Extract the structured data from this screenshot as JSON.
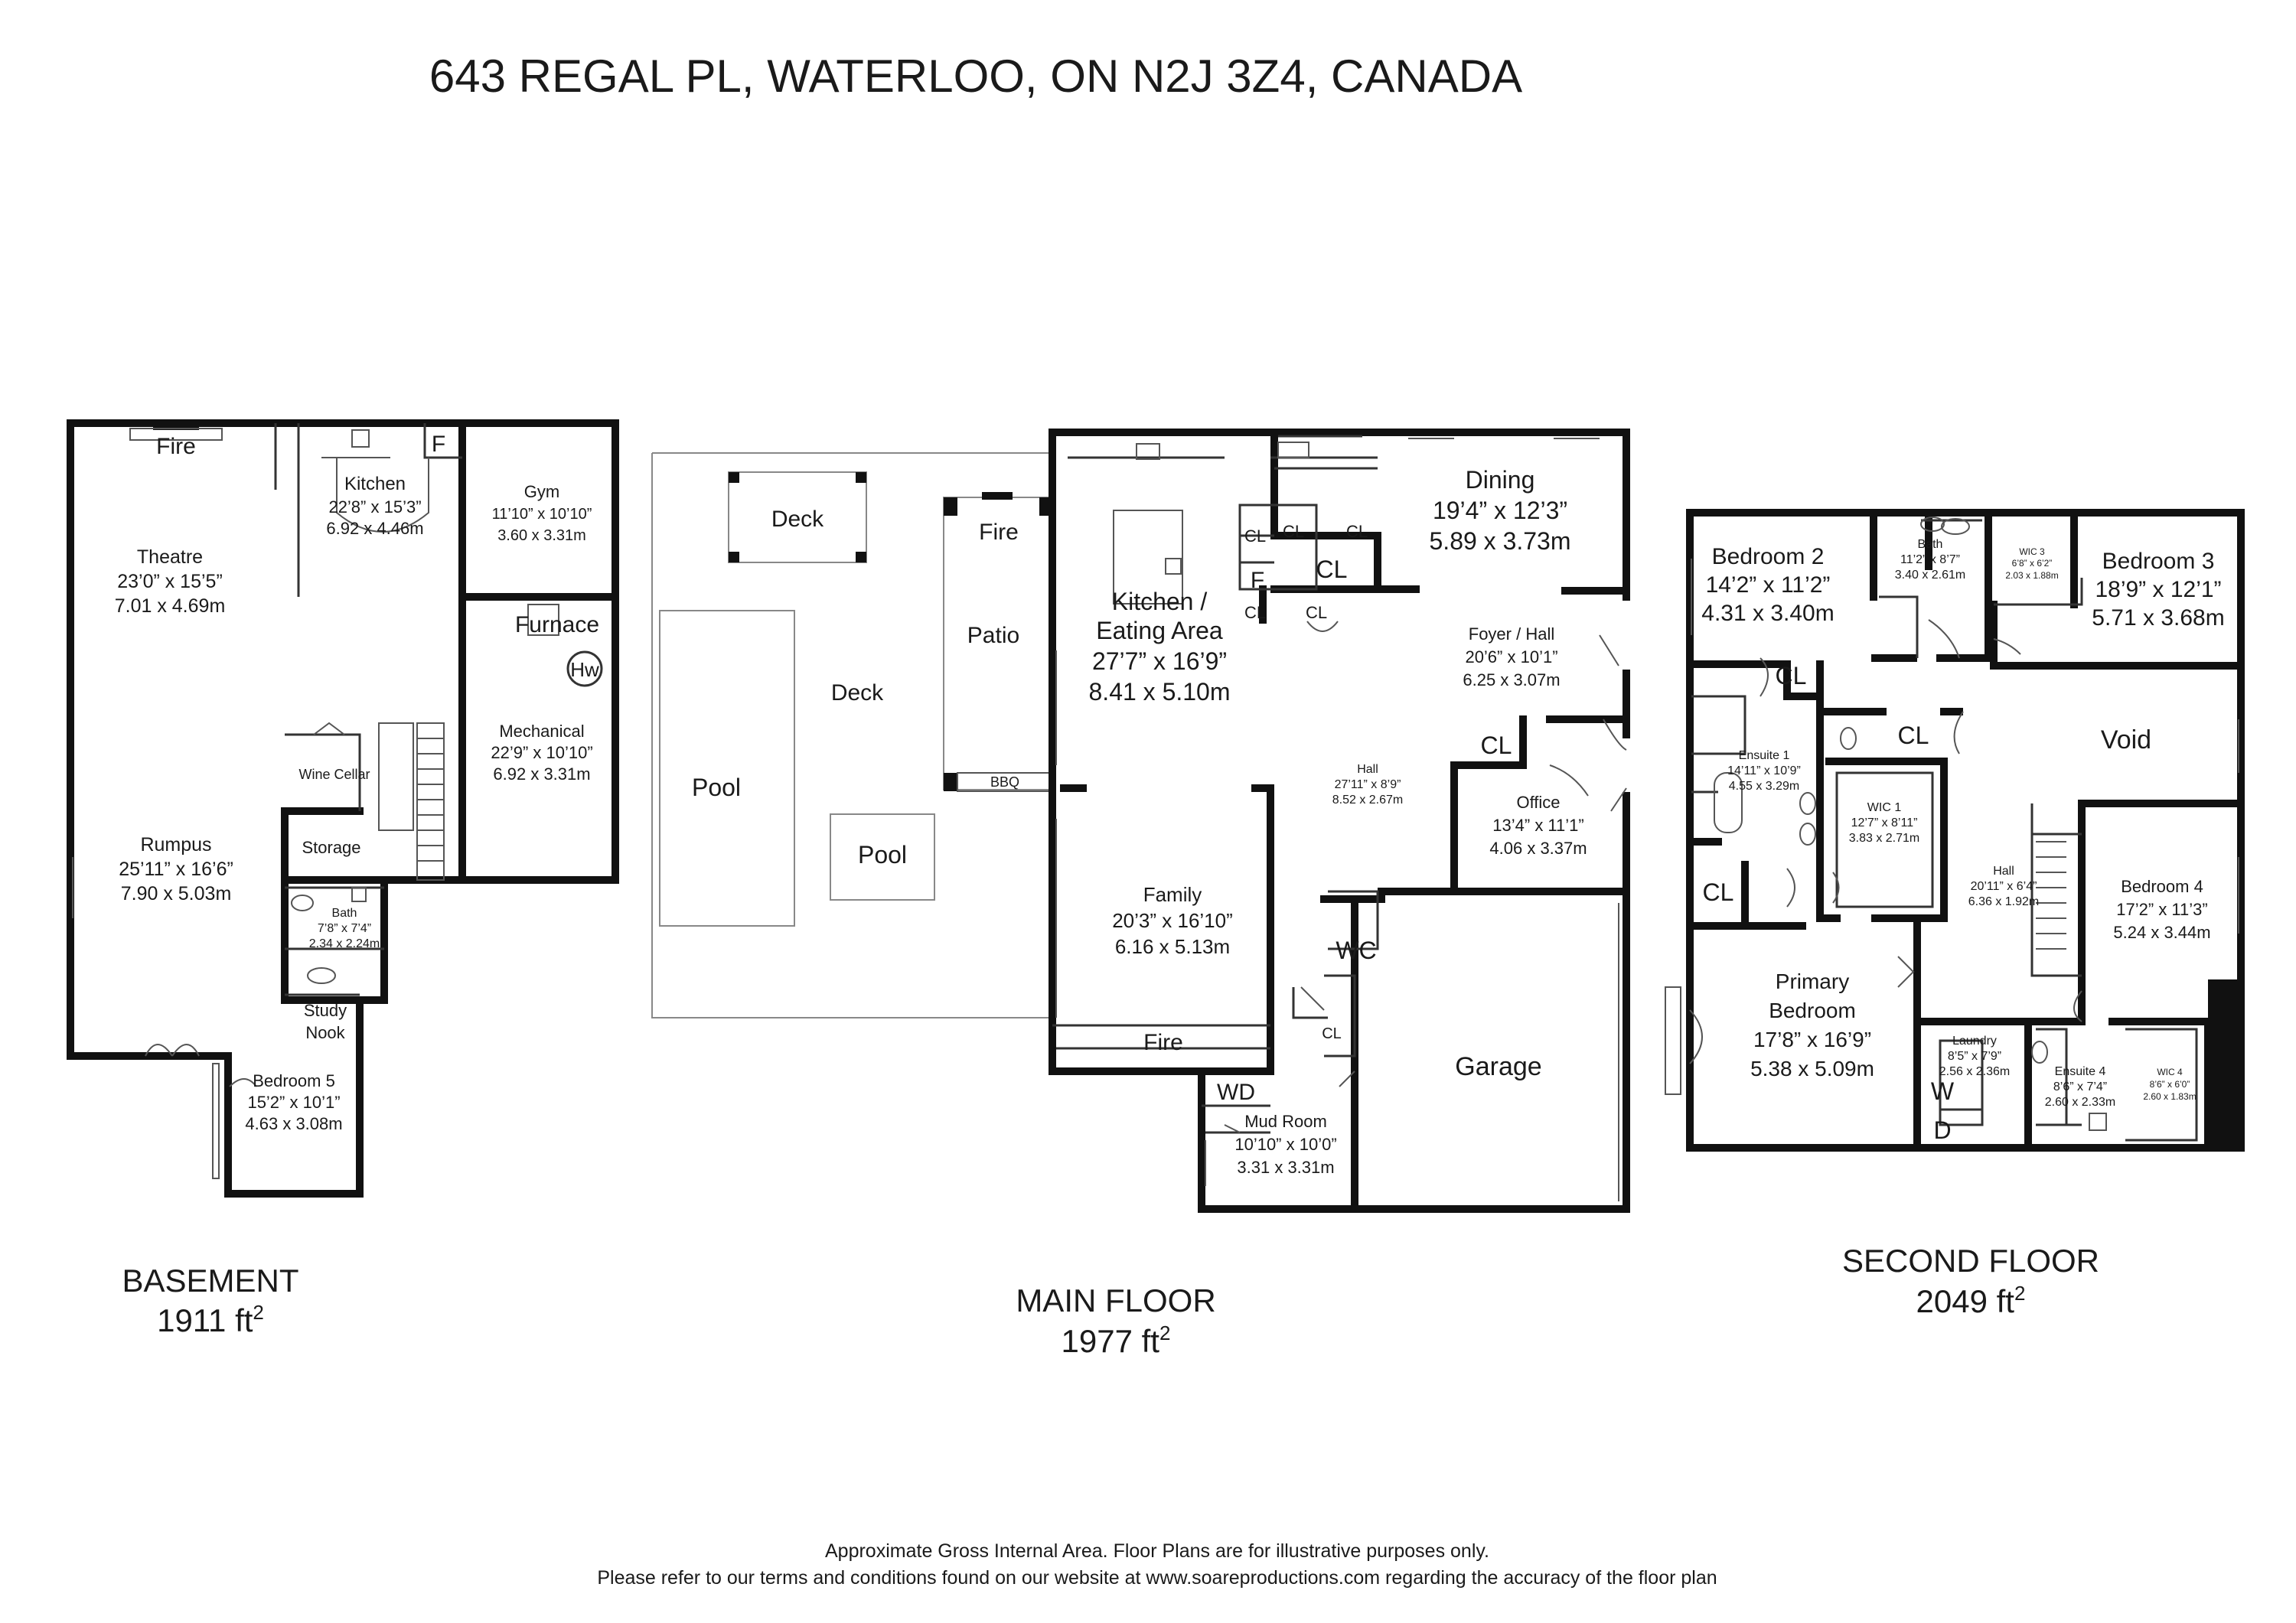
{
  "title": "643 REGAL PL, WATERLOO, ON N2J 3Z4, CANADA",
  "floors": {
    "basement": {
      "name": "BASEMENT",
      "area": "1911 ft",
      "rooms": {
        "theatre": {
          "name": "Theatre",
          "imp": "23’0” x 15’5”",
          "met": "7.01 x 4.69m"
        },
        "kitchen": {
          "name": "Kitchen",
          "imp": "22’8” x 15’3”",
          "met": "6.92 x 4.46m"
        },
        "gym": {
          "name": "Gym",
          "imp": "11’10” x 10’10”",
          "met": "3.60 x 3.31m"
        },
        "mechanical": {
          "name": "Mechanical",
          "imp": "22’9” x 10’10”",
          "met": "6.92 x 3.31m"
        },
        "rumpus": {
          "name": "Rumpus",
          "imp": "25’11” x 16’6”",
          "met": "7.90 x 5.03m"
        },
        "bath": {
          "name": "Bath",
          "imp": "7’8” x 7’4”",
          "met": "2.34 x 2.24m"
        },
        "bedroom5": {
          "name": "Bedroom 5",
          "imp": "15’2” x 10’1”",
          "met": "4.63 x 3.08m"
        }
      },
      "labels": {
        "fire": "Fire",
        "f": "F",
        "furnace": "Furnace",
        "hw": "Hw",
        "wine": "Wine Cellar",
        "storage": "Storage",
        "study1": "Study",
        "study2": "Nook"
      }
    },
    "main": {
      "name": "MAIN FLOOR",
      "area": "1977 ft",
      "rooms": {
        "kitchen": {
          "name1": "Kitchen /",
          "name2": "Eating Area",
          "imp": "27’7” x 16’9”",
          "met": "8.41 x 5.10m"
        },
        "dining": {
          "name": "Dining",
          "imp": "19’4” x 12’3”",
          "met": "5.89 x 3.73m"
        },
        "foyer": {
          "name": "Foyer / Hall",
          "imp": "20’6” x 10’1”",
          "met": "6.25 x 3.07m"
        },
        "hall": {
          "name": "Hall",
          "imp": "27’11” x 8’9”",
          "met": "8.52 x 2.67m"
        },
        "office": {
          "name": "Office",
          "imp": "13’4” x 11’1”",
          "met": "4.06 x 3.37m"
        },
        "family": {
          "name": "Family",
          "imp": "20’3” x 16’10”",
          "met": "6.16 x 5.13m"
        },
        "mudroom": {
          "name": "Mud Room",
          "imp": "10’10” x 10’0”",
          "met": "3.31 x 3.31m"
        }
      },
      "labels": {
        "deck_top": "Deck",
        "deck": "Deck",
        "pool_left": "Pool",
        "pool": "Pool",
        "patio": "Patio",
        "fire_patio": "Fire",
        "bbq": "BBQ",
        "fire_family": "Fire",
        "garage": "Garage",
        "wc": "WC",
        "wd": "WD",
        "f": "F",
        "cl": "CL"
      }
    },
    "second": {
      "name": "SECOND FLOOR",
      "area": "2049 ft",
      "rooms": {
        "bedroom2": {
          "name": "Bedroom 2",
          "imp": "14’2” x 11’2”",
          "met": "4.31 x 3.40m"
        },
        "bath": {
          "name": "Bath",
          "imp": "11’2” x 8’7”",
          "met": "3.40 x 2.61m"
        },
        "wic3": {
          "name": "WIC 3",
          "imp": "6’8” x 6’2”",
          "met": "2.03 x 1.88m"
        },
        "bedroom3": {
          "name": "Bedroom 3",
          "imp": "18’9” x 12’1”",
          "met": "5.71 x 3.68m"
        },
        "ensuite1": {
          "name": "Ensuite 1",
          "imp": "14’11” x 10’9”",
          "met": "4.55 x 3.29m"
        },
        "wic1": {
          "name": "WIC 1",
          "imp": "12’7” x 8’11”",
          "met": "3.83 x 2.71m"
        },
        "hall": {
          "name": "Hall",
          "imp": "20’11” x 6’4”",
          "met": "6.36 x 1.92m"
        },
        "bedroom4": {
          "name": "Bedroom 4",
          "imp": "17’2” x 11’3”",
          "met": "5.24 x 3.44m"
        },
        "primary": {
          "name1": "Primary",
          "name2": "Bedroom",
          "imp": "17’8” x 16’9”",
          "met": "5.38 x 5.09m"
        },
        "laundry": {
          "name": "Laundry",
          "imp": "8’5” x 7’9”",
          "met": "2.56 x 2.36m"
        },
        "ensuite4": {
          "name": "Ensuite 4",
          "imp": "8’6” x 7’4”",
          "met": "2.60 x 2.33m"
        },
        "wic4": {
          "name": "WIC 4",
          "imp": "8’6” x 6’0”",
          "met": "2.60 x 1.83m"
        }
      },
      "labels": {
        "void": "Void",
        "cl": "CL",
        "w": "W",
        "d": "D"
      }
    }
  },
  "sup": "2",
  "disclaimer": {
    "line1": "Approximate Gross Internal Area. Floor Plans are for illustrative purposes only.",
    "line2": "Please refer to our terms and conditions found on our website at www.soareproductions.com regarding the accuracy of the floor plan"
  }
}
